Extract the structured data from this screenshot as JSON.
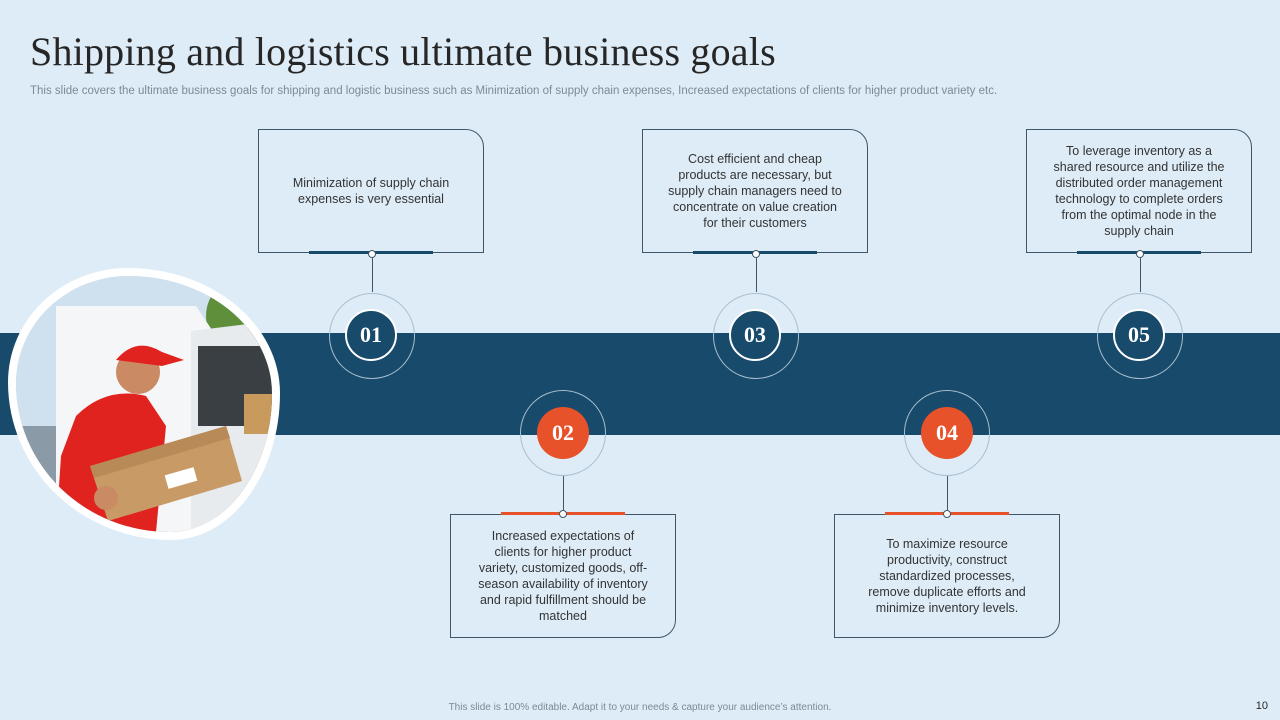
{
  "slide": {
    "title": "Shipping and logistics ultimate business goals",
    "subtitle": "This slide covers the ultimate business goals for shipping and logistic business such as Minimization of supply chain expenses, Increased expectations of clients for higher product variety etc.",
    "footer": "This slide is 100% editable.  Adapt it to your needs & capture your audience’s attention.",
    "page_number": "10"
  },
  "steps": [
    {
      "number": "01",
      "text": "Minimization of supply chain expenses is very essential"
    },
    {
      "number": "02",
      "text": "Increased expectations of clients for higher product variety, customized goods, off-season availability of inventory and rapid fulfillment should be matched"
    },
    {
      "number": "03",
      "text": "Cost efficient and cheap products are necessary, but supply chain managers need to concentrate on value creation for their customers"
    },
    {
      "number": "04",
      "text": "To maximize resource productivity, construct standardized processes, remove duplicate efforts and minimize inventory levels."
    },
    {
      "number": "05",
      "text": "To leverage inventory as a shared resource and utilize the distributed order management technology to complete orders from the optimal node in the supply chain"
    }
  ],
  "colors": {
    "navy": "#174a6b",
    "orange": "#e8522a",
    "background": "#deecf7"
  },
  "icons": {
    "photo": "delivery-man-with-box-photo"
  }
}
